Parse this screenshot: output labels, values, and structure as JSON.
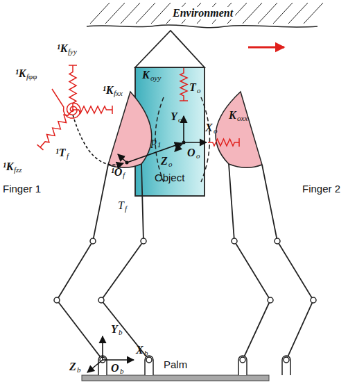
{
  "diagram": {
    "nodes": [
      {
        "text": [
          "Environment"
        ]
      },
      {
        "text": [
          "Object"
        ]
      },
      {
        "text": [
          "Palm"
        ]
      }
    ],
    "labels": [
      "¹K",
      "fyy",
      "¹K",
      "fφφ",
      "¹K",
      "fxx",
      "¹K",
      "fzz",
      "¹T",
      "f",
      "¹O",
      "f",
      "p",
      "1",
      "K",
      "oyy",
      "T",
      "o",
      "Y",
      "o",
      "X",
      "o",
      "Z",
      "o",
      "O",
      "o",
      "K",
      "oxx",
      "T",
      "f",
      "Finger 1",
      "Finger 2",
      "Y",
      "b",
      "X",
      "b",
      "Z",
      "b",
      "O",
      "b"
    ]
  }
}
